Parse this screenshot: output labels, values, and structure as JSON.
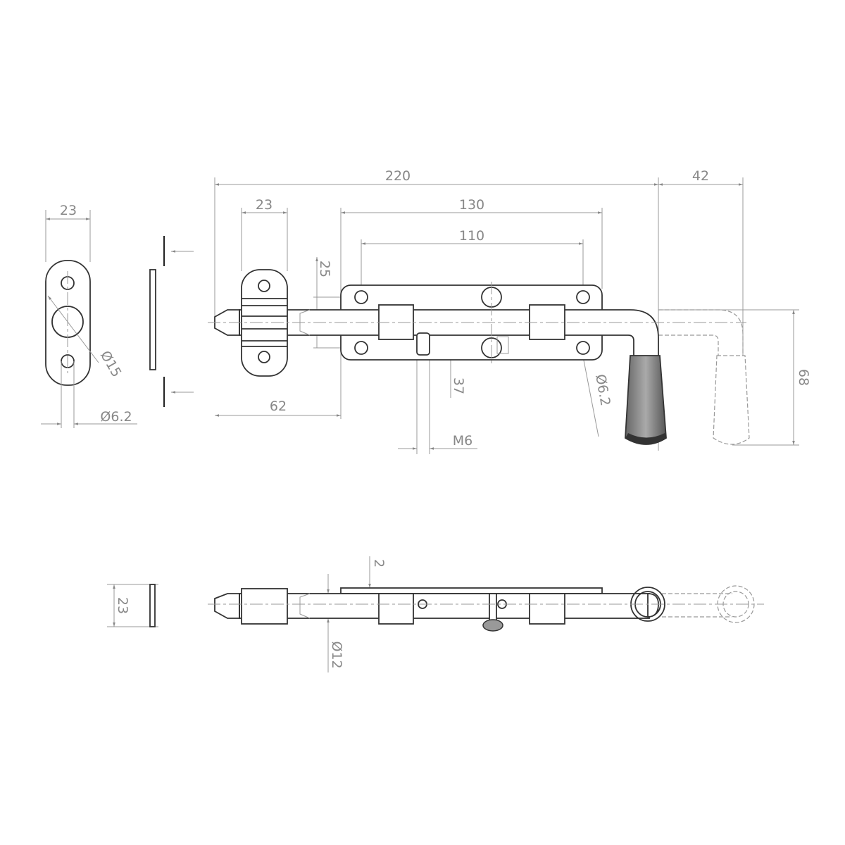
{
  "dimensions": {
    "end_plate_width": "23",
    "end_plate_bore": "Ø15",
    "end_plate_hole": "Ø6.2",
    "overall_length": "220",
    "handle_offset": "42",
    "keeper_width": "23",
    "plate_length": "130",
    "hole_spacing": "110",
    "hole_vertical_spacing": "25",
    "plate_height": "37",
    "keeper_offset": "62",
    "pin_thread": "M6",
    "plate_hole": "Ø6.2",
    "handle_drop": "68",
    "side_width": "23",
    "plate_thickness": "2",
    "rod_diameter": "Ø12"
  },
  "colors": {
    "outline": "#333333",
    "dimension": "#999999",
    "handle": "#888888"
  }
}
